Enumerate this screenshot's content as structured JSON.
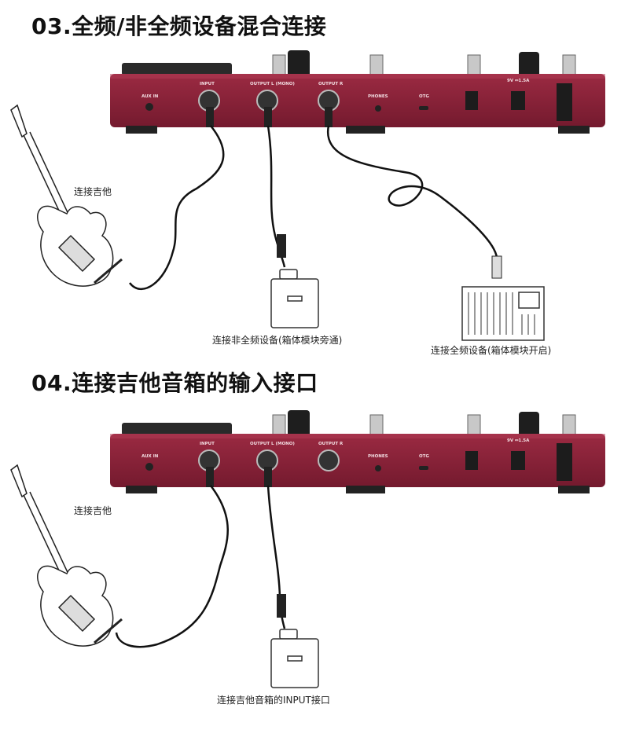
{
  "section1": {
    "heading": "03.全频/非全频设备混合连接",
    "device_labels": {
      "aux_in": "AUX IN",
      "input": "INPUT",
      "output_l": "OUTPUT L (MONO)",
      "output_r": "OUTPUT R",
      "phones": "PHONES",
      "otg": "OTG",
      "power": "9V ⎓1.5A"
    },
    "guitar_caption": "连接吉他",
    "amp_caption": "连接非全频设备(箱体模块旁通)",
    "mixer_caption": "连接全频设备(箱体模块开启)"
  },
  "section2": {
    "heading": "04.连接吉他音箱的输入接口",
    "device_labels": {
      "aux_in": "AUX IN",
      "input": "INPUT",
      "output_l": "OUTPUT L (MONO)",
      "output_r": "OUTPUT R",
      "phones": "PHONES",
      "otg": "OTG",
      "power": "9V ⎓1.5A"
    },
    "guitar_caption": "连接吉他",
    "amp_caption": "连接吉他音箱的INPUT接口"
  },
  "colors": {
    "device_body": "#8a2238",
    "device_top": "#5e1423",
    "text": "#111111"
  }
}
